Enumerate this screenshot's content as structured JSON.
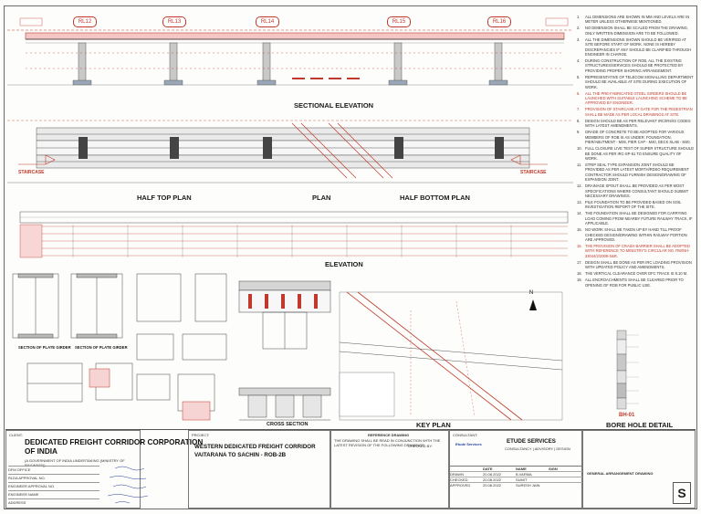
{
  "drawing": {
    "grid_labels": [
      "RL12",
      "RL13",
      "RL14",
      "RL15",
      "RL16"
    ],
    "views": {
      "sectional_elevation": "SECTIONAL ELEVATION",
      "half_top_plan": "HALF TOP PLAN",
      "plan": "PLAN",
      "half_bottom_plan": "HALF BOTTOM PLAN",
      "elevation": "ELEVATION",
      "cross_section": "CROSS SECTION",
      "key_plan": "KEY PLAN",
      "bore_hole_detail": "BORE HOLE DETAIL",
      "bore_hole_id": "BH-01",
      "section_plate_girder": "SECTION OF PLATE GIRDER",
      "section_plate_girder_2": "SECTION OF PLATE GIRDER"
    },
    "staircase": "STAIRCASE"
  },
  "notes": [
    {
      "no": "1.",
      "text": "ALL DIMENSIONS ARE SHOWN IN MM AND LEVELS ARE IN METER UNLESS OTHERWISE MENTIONED.",
      "red": false
    },
    {
      "no": "2.",
      "text": "NO DIMENSION SHALL BE SCALED FROM THE DRAWING, ONLY WRITTEN DIMENSION ARE TO BE FOLLOWED.",
      "red": false
    },
    {
      "no": "3.",
      "text": "ALL THE DIMENSIONS SHOWN SHOULD BE VERIFIED AT SITE BEFORE START OF WORK. NONE IS HEREBY DISCREPANCIES IF ANY SHOULD BE CLARIFIED THROUGH ENGINEER IN CHARGE.",
      "red": false
    },
    {
      "no": "4.",
      "text": "DURING CONSTRUCTION OF ROB, ALL THE EXISTING STRUCTURES/SERVICES SHOULD BE PROTECTED BY PROVIDING PROPER SHORING ARRANGEMENT.",
      "red": false
    },
    {
      "no": "5.",
      "text": "REPRESENTATIVE OF TELECOM SIGNALLING DEPARTMENT SHOULD BE AVAILABLE AT SITE DURING EXECUTION OF WORK.",
      "red": false
    },
    {
      "no": "6.",
      "text": "ALL THE PRE-FABRICATED STEEL GIRDERS SHOULD BE LAUNCHED WITH SUITABLE LAUNCHING SCHEME TO BE APPROVED BY ENGINEER.",
      "red": true
    },
    {
      "no": "7.",
      "text": "PROVISION OF STAIRCASE AT GATE FOR THE PEDESTRIAN SHALL BE MADE AS PER LOCAL DRAWINGS AT SITE.",
      "red": true
    },
    {
      "no": "8.",
      "text": "DESIGN SHOULD BE AS PER RELEVANT IRC/IRS/IS CODES WITH LATEST AMENDMENTS.",
      "red": false
    },
    {
      "no": "9.",
      "text": "GRADE OF CONCRETE TO BE ADOPTED FOR VARIOUS MEMBERS OF ROB IS AS UNDER: FOUNDATION, PIER/ABUTMENT - M35, PIER CAP - M40, DECK SLAB - M40.",
      "red": false
    },
    {
      "no": "10.",
      "text": "FULL CLOSURE LIVE TEST OF SUPER STRUCTURE SHOULD BE DONE AS PER IRC-SP-51 TO ENSURE QUALITY OF WORK.",
      "red": false
    },
    {
      "no": "11.",
      "text": "STRIP SEAL TYPE EXPANSION JOINT SHOULD BE PROVIDED AS PER LATEST MORTH/RDSO REQUIREMENT CONTRACTOR SHOULD FURNISH DESIGN/DRAWING OF EXPANSION JOINT.",
      "red": false
    },
    {
      "no": "12.",
      "text": "DRAINAGE SPOUT SHALL BE PROVIDED AS PER MOST SPECIFICATIONS WHERE CONSULTANT SHOULD SUBMIT NECESSARY DRAWINGS.",
      "red": false
    },
    {
      "no": "13.",
      "text": "PILE FOUNDATION TO BE PROVIDED BASED ON SOIL INVESTIGATION REPORT OF THE SITE.",
      "red": false
    },
    {
      "no": "14.",
      "text": "THE FOUNDATION SHALL BE DESIGNED FOR CARRYING LOAD COMING FROM NEARBY FUTURE RAILWAY TRACK, IF APPLICABLE.",
      "red": false
    },
    {
      "no": "15.",
      "text": "NO WORK SHALL BE TAKEN UP BY HAND TILL PROOF CHECKED DESIGN/DRAWING WITHIN RAILWAY PORTION ARE APPROVED.",
      "red": false
    },
    {
      "no": "16.",
      "text": "THE PROVISION OF CRASH BARRIER SHALL BE ADOPTED WITH REFERENCE TO MINISTRY'S CIRCULAR NO. RW/NH-33044/2/2009-S&R.",
      "red": true
    },
    {
      "no": "17.",
      "text": "DESIGN SHALL BE DONE AS PER IRC LOADING PROVISION WITH UPDATED POLICY AND AMENDMENTS.",
      "red": false
    },
    {
      "no": "18.",
      "text": "THE VERTICAL CLEARANCE OVER DFC TRACK IS 8.10 M.",
      "red": false
    },
    {
      "no": "19.",
      "text": "ALL ENCROACHMENTS SHALL BE CLEARED PRIOR TO OPENING OF ROB FOR PUBLIC USE.",
      "red": false
    }
  ],
  "title_block": {
    "client_label": "CLIENT:",
    "client_name_1": "DEDICATED FREIGHT CORRIDOR CORPORATION",
    "client_name_2": "OF INDIA",
    "client_sub": "(A GOVERNMENT OF INDIA UNDERTAKING (MINISTRY OF RAILWAYS))",
    "approvals": [
      "DFM OFFICE",
      "RLDA APPROVAL NO.",
      "ENGINEER APPROVAL NO.",
      "ENGINEER NAME",
      "ADDRESS"
    ],
    "project_label": "PROJECT:",
    "project_1": "WESTERN DEDICATED FREIGHT CORRIDOR",
    "project_2": "VAITARANA TO SACHIN - ROB-2B",
    "reference_label": "REFERENCE DRAWING",
    "reference_text": "THE DRAWING SHALL BE READ IN CONJUNCTION WITH THE LATEST REVISION OF THE FOLLOWING DRAWINGS",
    "checked_by": "CHECKED BY:",
    "consultant_label": "CONSULTANT:",
    "consultant": "ETUDE SERVICES",
    "consultant_sub": "CONSULTANCY | ADVISORY | DESIGN",
    "consultant_logo": "Etude Services",
    "table_headers": [
      "DATE",
      "NAME",
      "SIGN"
    ],
    "table_rows": [
      {
        "role": "DRAWN",
        "date": "20.08.2022",
        "name": "B.VARMA"
      },
      {
        "role": "CHECKED",
        "date": "20.08.2022",
        "name": "SUMIT"
      },
      {
        "role": "APPROVED",
        "date": "20.08.2022",
        "name": "SURESH JAIN"
      }
    ],
    "drawing_title": "GENERAL ARRANGEMENT DRAWING",
    "sheet_letter": "S"
  }
}
